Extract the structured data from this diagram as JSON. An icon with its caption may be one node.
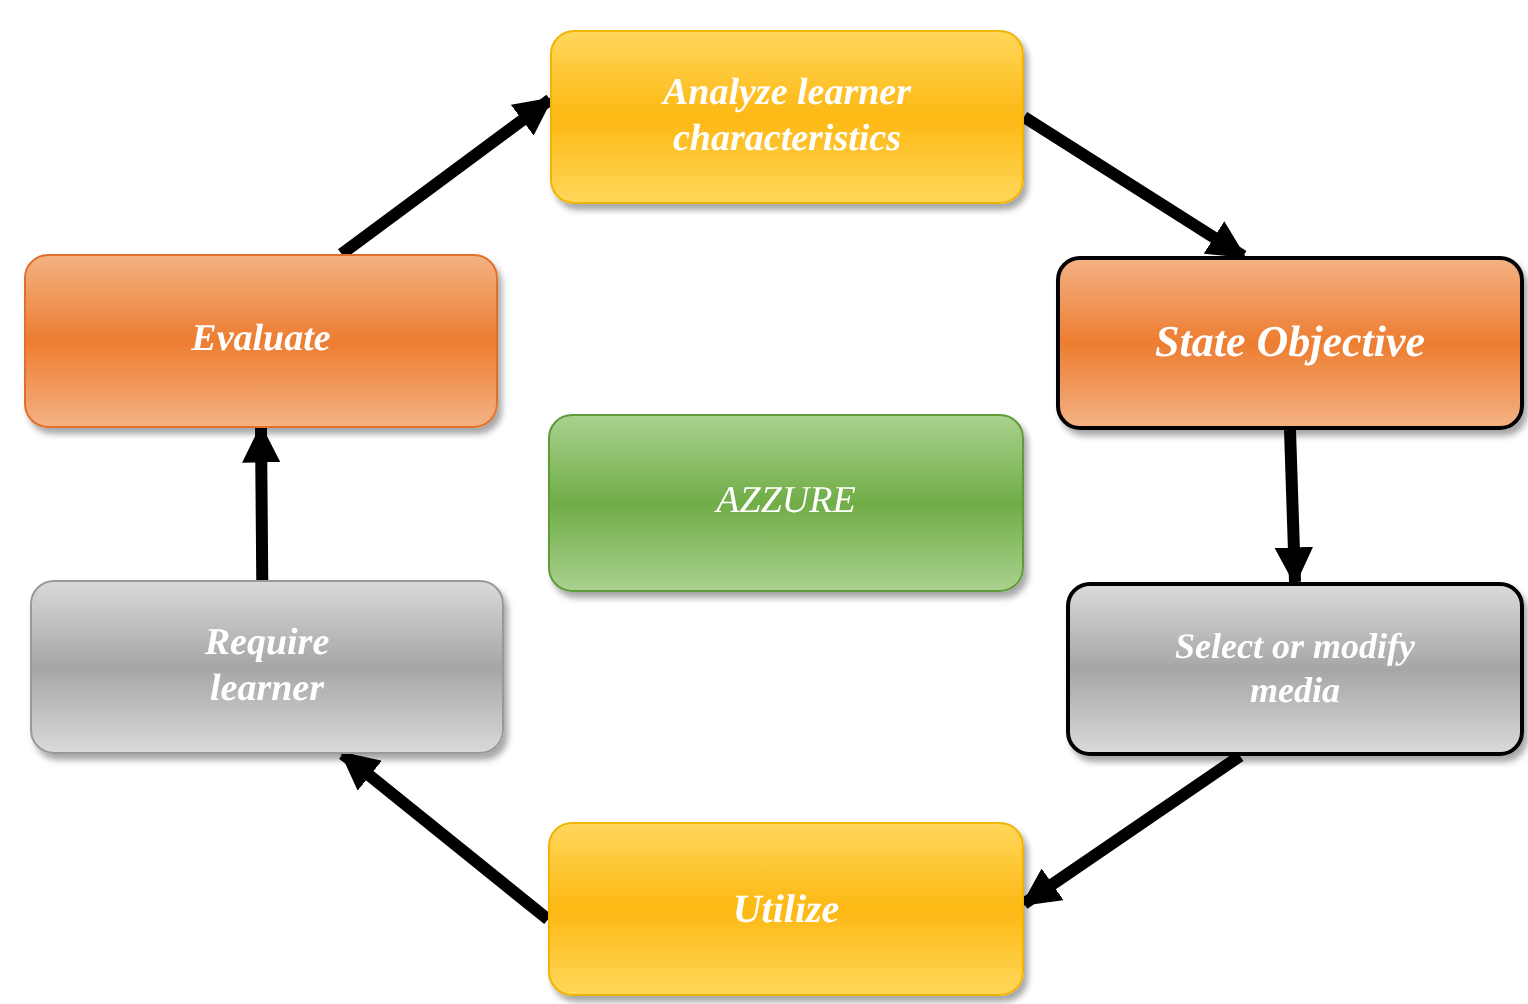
{
  "diagram": {
    "nodes": [
      {
        "text": [
          "Analyze learner characteristics"
        ]
      },
      {
        "text": [
          "State Objective"
        ]
      },
      {
        "text": [
          "Select or modify media"
        ]
      },
      {
        "text": [
          "Utilize"
        ]
      },
      {
        "text": [
          "Require learner"
        ]
      },
      {
        "text": [
          "Evaluate"
        ]
      },
      {
        "text": [
          "AZZURE"
        ]
      }
    ],
    "edges": [
      {
        "from": 0,
        "to": 1,
        "arrow": "to"
      },
      {
        "from": 1,
        "to": 2,
        "arrow": "to"
      },
      {
        "from": 2,
        "to": 3,
        "arrow": "to"
      },
      {
        "from": 3,
        "to": 4,
        "arrow": "to"
      },
      {
        "from": 4,
        "to": 5,
        "arrow": "to"
      },
      {
        "from": 5,
        "to": 0,
        "arrow": "to"
      }
    ]
  }
}
